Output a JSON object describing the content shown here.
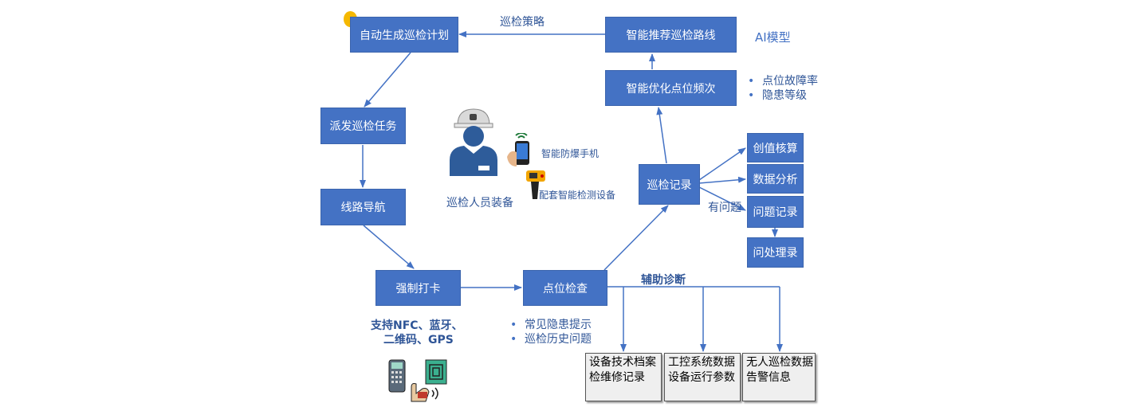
{
  "boxes": {
    "auto_plan": "自动生成巡检计划",
    "dispatch": "派发巡检任务",
    "navigate": "线路导航",
    "checkin": "强制打卡",
    "point_check": "点位检查",
    "patrol_record": "巡检记录",
    "optimize_freq": "智能优化点位频次",
    "recommend_route": "智能推荐巡检路线",
    "value_calc": "创值核算",
    "data_analysis": "数据分析",
    "issue_record": "问题记录",
    "issue_handling": "问处理录"
  },
  "labels": {
    "patrol_strategy": "巡检策略",
    "ai_model": "AI模型",
    "has_issue": "有问题",
    "aux_diagnosis": "辅助诊断",
    "support_line1": "支持NFC、蓝牙、",
    "support_line2": "二维码、GPS",
    "personnel_equipment": "巡检人员装备",
    "smart_phone": "智能防爆手机",
    "smart_device": "配套智能检测设备"
  },
  "bullets": {
    "optimize": [
      "点位故障率",
      "隐患等级"
    ],
    "point_check": [
      "常见隐患提示",
      "巡检历史问题"
    ]
  },
  "sources": {
    "equipment_archive": [
      "设备技术档案",
      "检维修记录"
    ],
    "control_system": [
      "工控系统数据",
      "设备运行参数"
    ],
    "drone_data": [
      "无人巡检数据",
      "告警信息"
    ]
  },
  "colors": {
    "box_fill": "#4472C4",
    "text_blue": "#2F5597",
    "marker_yellow": "#F5B800"
  },
  "icons": {
    "worker": "worker-helmet-icon",
    "phone": "explosion-proof-phone-icon",
    "detector": "infrared-thermometer-icon",
    "nfc": "nfc-card-reader-icon",
    "bullet": "•"
  }
}
